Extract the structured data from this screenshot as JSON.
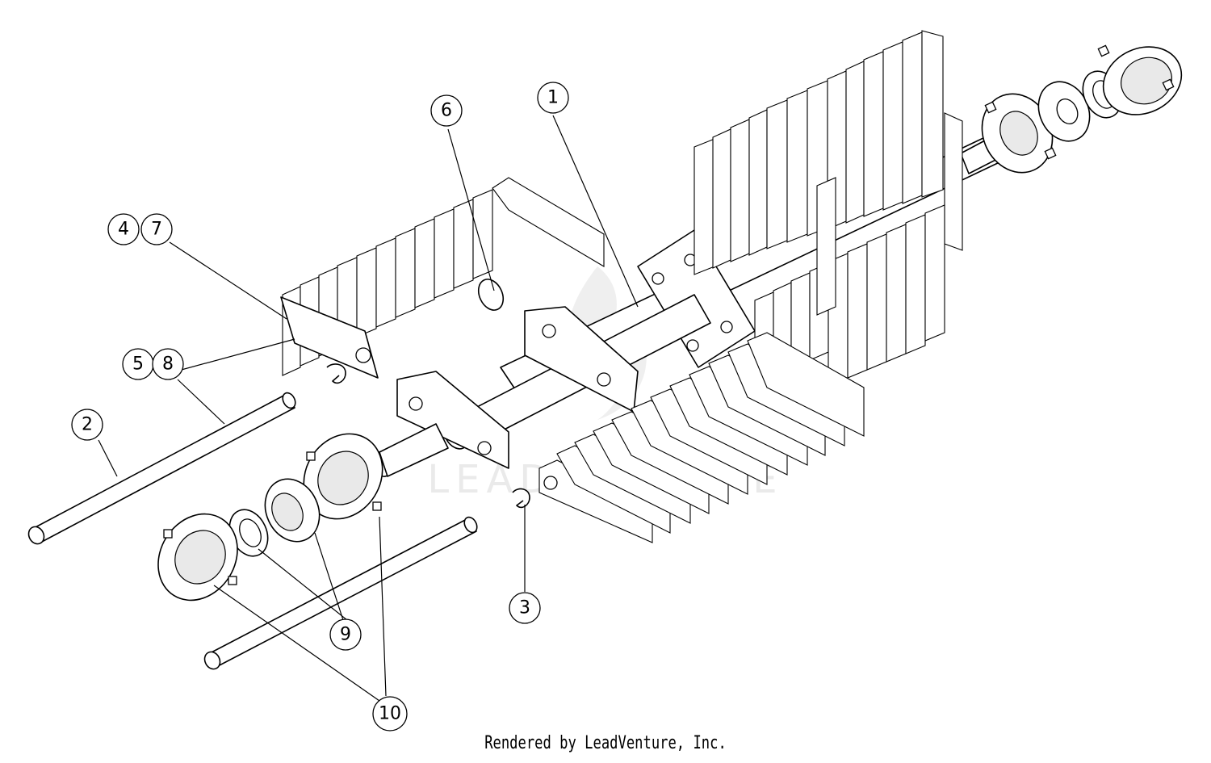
{
  "diagram": {
    "callouts": [
      {
        "id": "c1",
        "label": "1"
      },
      {
        "id": "c2",
        "label": "2"
      },
      {
        "id": "c3",
        "label": "3"
      },
      {
        "id": "c4",
        "label": "4"
      },
      {
        "id": "c5",
        "label": "5"
      },
      {
        "id": "c6",
        "label": "6"
      },
      {
        "id": "c7",
        "label": "7"
      },
      {
        "id": "c8",
        "label": "8"
      },
      {
        "id": "c9",
        "label": "9"
      },
      {
        "id": "c10",
        "label": "10"
      }
    ],
    "watermark": "LEADVENTURE"
  },
  "footer": {
    "credit": "Rendered by LeadVenture, Inc."
  }
}
